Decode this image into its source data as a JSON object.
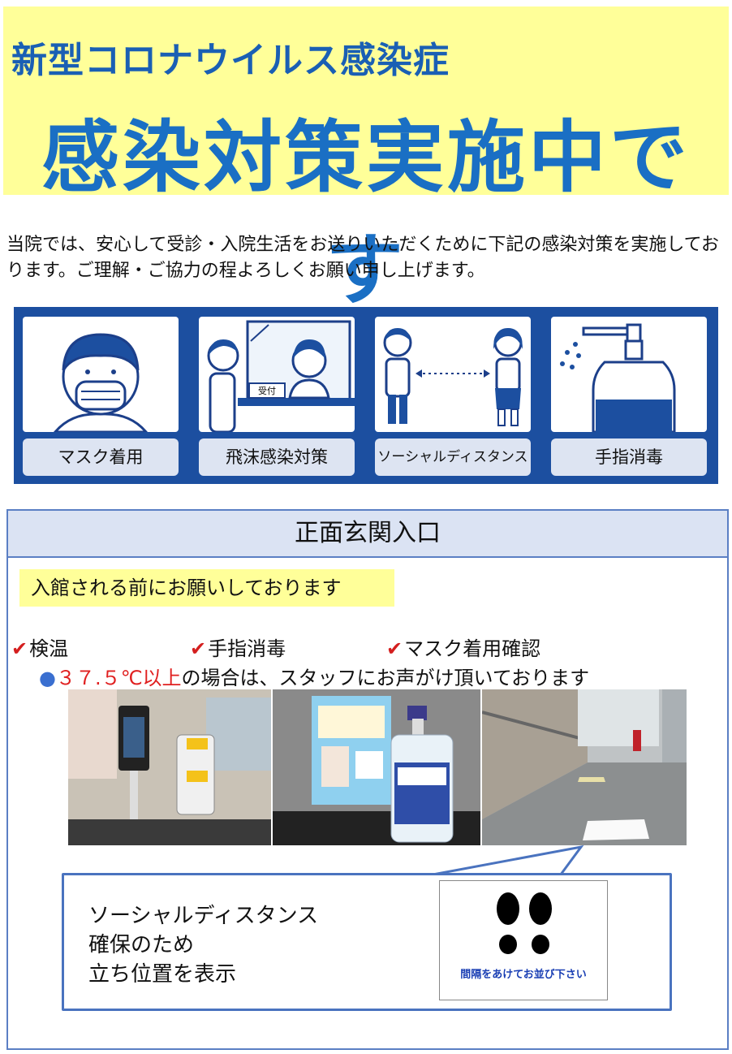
{
  "banner": {
    "subtitle": "新型コロナウイルス感染症",
    "title": "感染対策実施中です"
  },
  "intro": "当院では、安心して受診・入院生活をお送りいただくために下記の感染対策を実施しております。ご理解・ご協力の程よろしくお願い申し上げます。",
  "measures": [
    {
      "label": "マスク着用",
      "icon": "mask-person-icon"
    },
    {
      "label": "飛沫感染対策",
      "icon": "reception-partition-icon",
      "desk_sign": "受付"
    },
    {
      "label": "ソーシャルディスタンス",
      "icon": "distance-people-icon"
    },
    {
      "label": "手指消毒",
      "icon": "sanitizer-bottle-icon"
    }
  ],
  "entrance": {
    "heading": "正面玄関入口",
    "request": "入館される前にお願いしております",
    "checks": [
      "検温",
      "手指消毒",
      "マスク着用確認"
    ],
    "note_highlight": "３７.５℃以上",
    "note_rest": "の場合は、スタッフにお声がけ頂いております",
    "photos": [
      "thermometer-station-photo",
      "hand-sanitizer-photo",
      "corridor-floor-markers-photo"
    ],
    "callout_lines": [
      "ソーシャルディスタンス",
      "確保のため",
      "立ち位置を表示"
    ],
    "sign_text": "間隔をあけてお並び下さい"
  },
  "colors": {
    "banner_bg": "#ffff99",
    "title_blue": "#1a6fc4",
    "panel_blue": "#1c4fa0",
    "highlight_red": "#e02020"
  }
}
